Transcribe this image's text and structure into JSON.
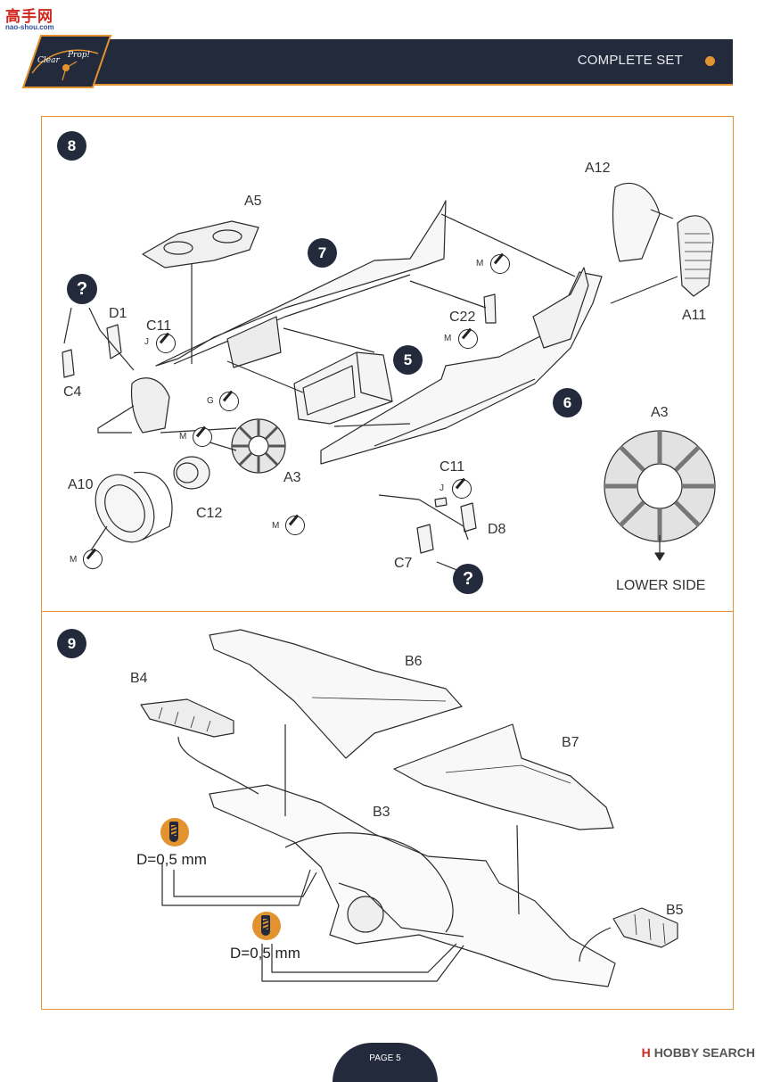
{
  "watermark": {
    "chars": "高手网",
    "url": "nao-shou.com"
  },
  "header": {
    "title": "COMPLETE SET",
    "logo_label": "Clear Prop!"
  },
  "step8": {
    "number": "8",
    "subassemblies": [
      "7",
      "5",
      "6"
    ],
    "question": "?",
    "parts": {
      "A5": "A5",
      "A12": "A12",
      "A11": "A11",
      "D1": "D1",
      "C11": "C11",
      "C22": "C22",
      "C4": "C4",
      "A3": "A3",
      "A10": "A10",
      "C12": "C12",
      "C11b": "C11",
      "D8": "D8",
      "C7": "C7",
      "A3_detail": "A3"
    },
    "marks": {
      "M": "M",
      "J": "J",
      "G": "G"
    },
    "lower_side": "LOWER SIDE"
  },
  "step9": {
    "number": "9",
    "parts": {
      "B6": "B6",
      "B4": "B4",
      "B7": "B7",
      "B3": "B3",
      "B5": "B5"
    },
    "drill_1": "D=0,5 mm",
    "drill_2": "D=0,5 mm"
  },
  "footer": {
    "page": "PAGE 5",
    "source_mark": "H",
    "source": "HOBBY SEARCH"
  }
}
